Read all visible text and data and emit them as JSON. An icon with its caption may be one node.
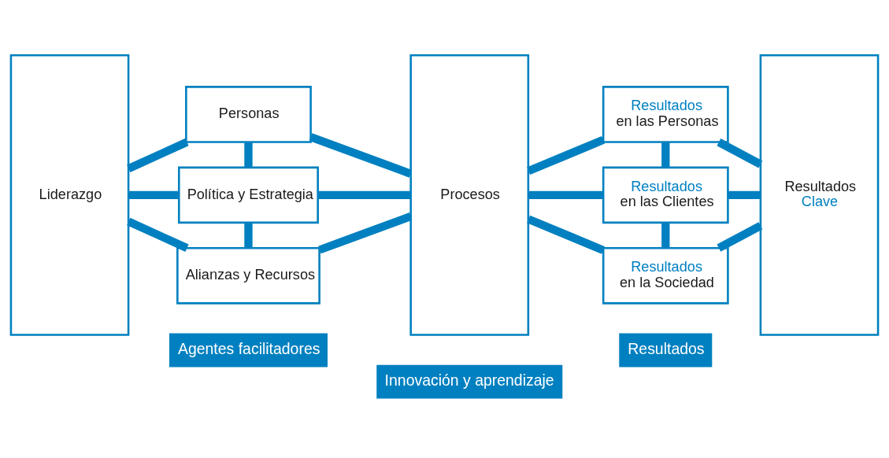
{
  "diagram": {
    "nodes": [
      {
        "text": [
          "Liderazgo"
        ]
      },
      {
        "text": [
          "Personas"
        ]
      },
      {
        "text": [
          "Política y Estrategia"
        ]
      },
      {
        "text": [
          "Alianzas y Recursos"
        ]
      },
      {
        "text": [
          "Procesos"
        ]
      },
      {
        "text": [
          "Resultados",
          "en las Personas"
        ]
      },
      {
        "text": [
          "Resultados",
          "en las Clientes"
        ]
      },
      {
        "text": [
          "Resultados",
          "en la Sociedad"
        ]
      },
      {
        "text": [
          "Resultados",
          "Clave"
        ]
      }
    ],
    "edges": [
      {
        "from": 0,
        "to": 1,
        "arrow": "none"
      },
      {
        "from": 0,
        "to": 2,
        "arrow": "none"
      },
      {
        "from": 0,
        "to": 3,
        "arrow": "none"
      },
      {
        "from": 1,
        "to": 2,
        "arrow": "none"
      },
      {
        "from": 2,
        "to": 3,
        "arrow": "none"
      },
      {
        "from": 1,
        "to": 4,
        "arrow": "none"
      },
      {
        "from": 2,
        "to": 4,
        "arrow": "none"
      },
      {
        "from": 3,
        "to": 4,
        "arrow": "none"
      },
      {
        "from": 4,
        "to": 5,
        "arrow": "none"
      },
      {
        "from": 4,
        "to": 6,
        "arrow": "none"
      },
      {
        "from": 4,
        "to": 7,
        "arrow": "none"
      },
      {
        "from": 5,
        "to": 6,
        "arrow": "none"
      },
      {
        "from": 6,
        "to": 7,
        "arrow": "none"
      },
      {
        "from": 5,
        "to": 8,
        "arrow": "none"
      },
      {
        "from": 6,
        "to": 8,
        "arrow": "none"
      },
      {
        "from": 7,
        "to": 8,
        "arrow": "none"
      }
    ],
    "labels": [
      "Agentes facilitadores",
      "Resultados",
      "Innovación y aprendizaje"
    ]
  }
}
